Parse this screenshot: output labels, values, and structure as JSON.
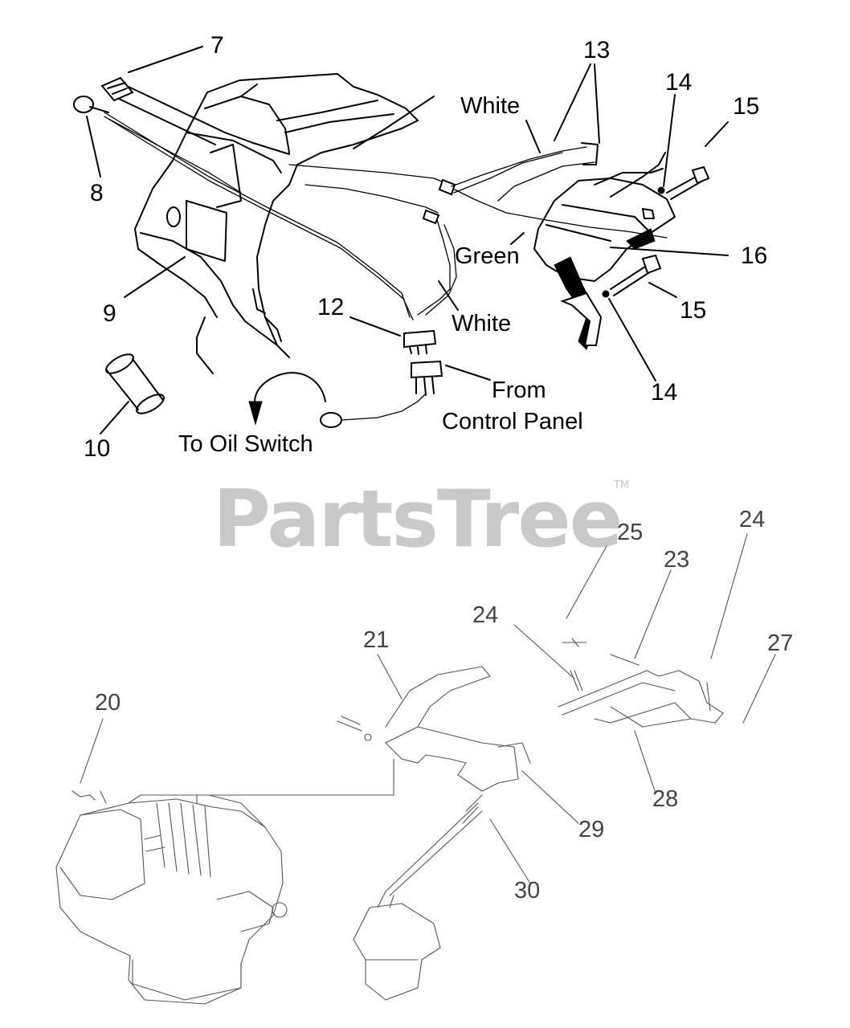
{
  "watermark": {
    "text": "PartsTree",
    "trademark": "TM"
  },
  "callouts": {
    "c7": "7",
    "c8": "8",
    "c9": "9",
    "c10": "10",
    "c12": "12",
    "c13": "13",
    "c14a": "14",
    "c14b": "14",
    "c15a": "15",
    "c15b": "15",
    "c16": "16",
    "c20": "20",
    "c21": "21",
    "c23": "23",
    "c24a": "24",
    "c24b": "24",
    "c25": "25",
    "c27": "27",
    "c28": "28",
    "c29": "29",
    "c30": "30"
  },
  "wire_labels": {
    "white_top": "White",
    "green": "Green",
    "white_mid": "White",
    "from_line1": "From",
    "from_line2": "Control Panel",
    "oil_switch": "To Oil Switch"
  },
  "colors": {
    "ink": "#000000",
    "watermark": "#c9c9c9",
    "lower_ink": "#444444"
  }
}
